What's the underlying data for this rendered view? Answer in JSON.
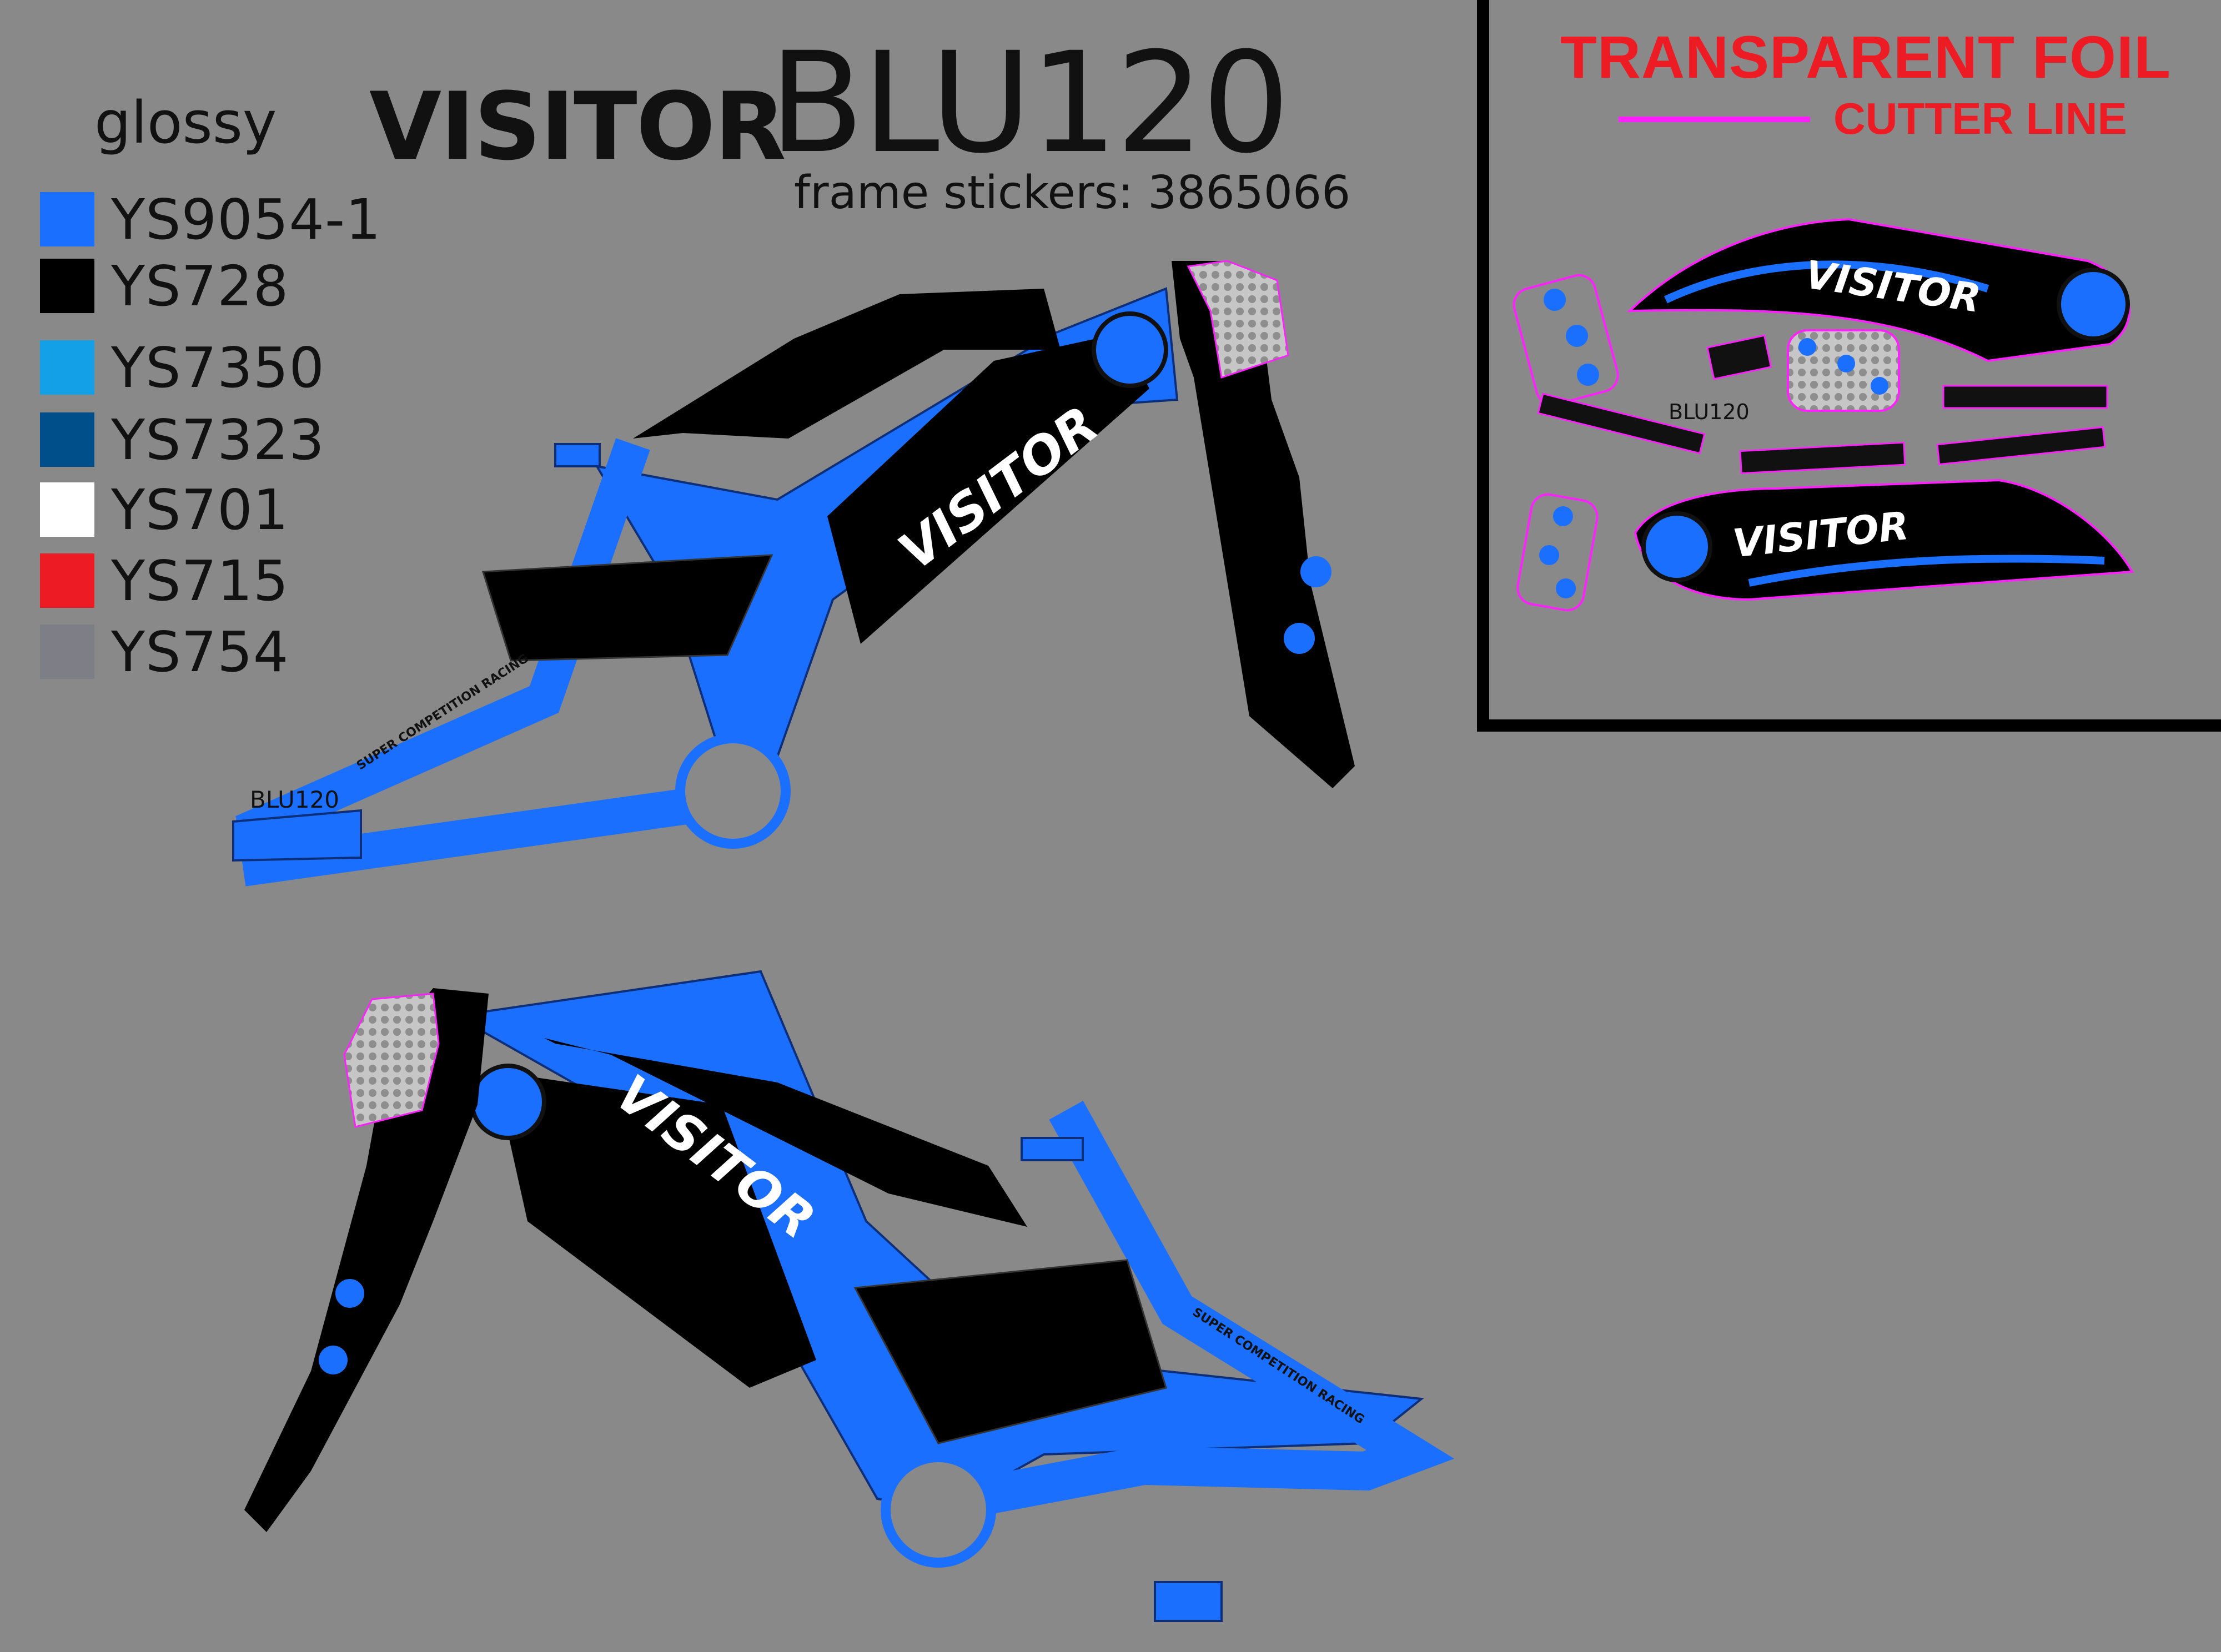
{
  "finish": "glossy",
  "brand": "VISITOR",
  "model": "BLU120",
  "frame_stickers": "frame stickers: 3865066",
  "color_swatches": [
    {
      "code": "YS9054-1",
      "color": "#1a6fff"
    },
    {
      "code": "YS728",
      "color": "#000000"
    },
    {
      "code": "YS7350",
      "color": "#14a0e6"
    },
    {
      "code": "YS7323",
      "color": "#004f8a"
    },
    {
      "code": "YS701",
      "color": "#ffffff"
    },
    {
      "code": "YS715",
      "color": "#ed1c24"
    },
    {
      "code": "YS754",
      "color": "#7d7e86"
    }
  ],
  "foil_panel": {
    "title": "TRANSPARENT FOIL",
    "cutter_line_label": "CUTTER LINE",
    "model_label": "BLU120"
  },
  "frame_labels": {
    "model": "BLU120",
    "slogan": "SUPER COMPETITION RACING",
    "logo": "VISITOR"
  },
  "colors": {
    "frame_blue": "#1a6fff",
    "decal_black": "#000000",
    "cutter_magenta": "#ff20ff",
    "foil_red": "#ed1c24",
    "mesh_gray": "#bcbcbc"
  }
}
